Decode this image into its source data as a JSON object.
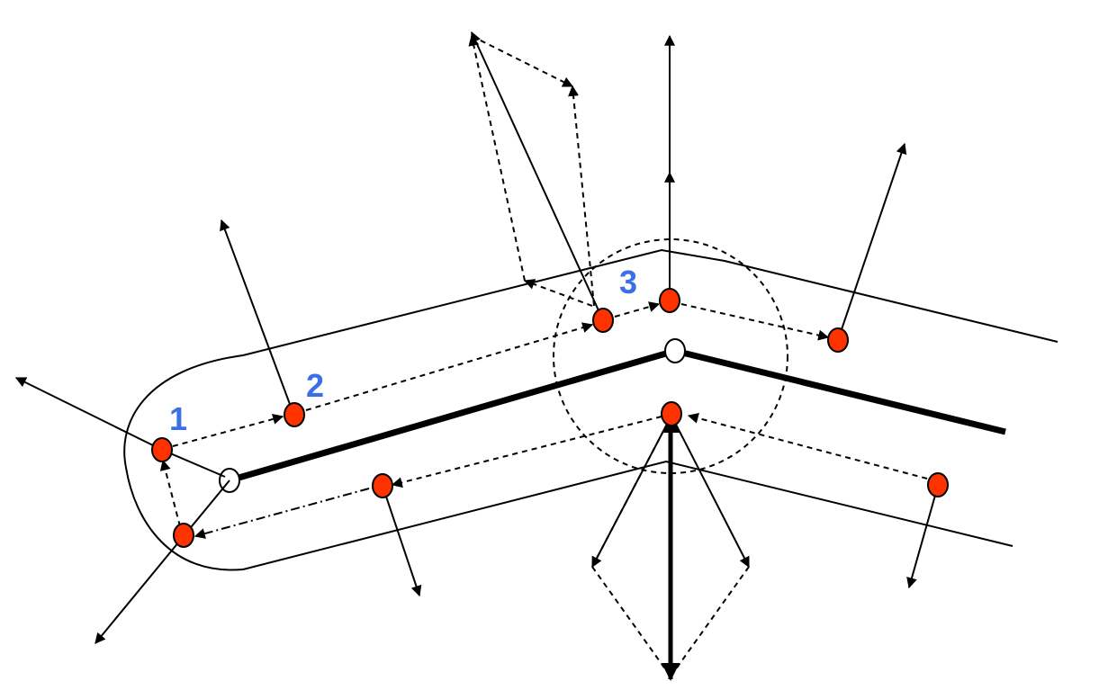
{
  "labels": {
    "one": "1",
    "two": "2",
    "three": "3"
  },
  "colors": {
    "point_fill": "#ff3300",
    "point_stroke": "#000000",
    "label": "#3b6fe8",
    "stroke": "#000000"
  },
  "legend": "none"
}
